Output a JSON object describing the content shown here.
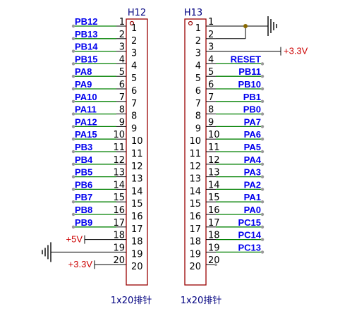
{
  "headers": [
    {
      "designator": "H12",
      "footprint": "1x20排针",
      "pins": [
        {
          "num": "1",
          "net": "PB12"
        },
        {
          "num": "2",
          "net": "PB13"
        },
        {
          "num": "3",
          "net": "PB14"
        },
        {
          "num": "4",
          "net": "PB15"
        },
        {
          "num": "5",
          "net": "PA8"
        },
        {
          "num": "6",
          "net": "PA9"
        },
        {
          "num": "7",
          "net": "PA10"
        },
        {
          "num": "8",
          "net": "PA11"
        },
        {
          "num": "9",
          "net": "PA12"
        },
        {
          "num": "10",
          "net": "PA15"
        },
        {
          "num": "11",
          "net": "PB3"
        },
        {
          "num": "12",
          "net": "PB4"
        },
        {
          "num": "13",
          "net": "PB5"
        },
        {
          "num": "14",
          "net": "PB6"
        },
        {
          "num": "15",
          "net": "PB7"
        },
        {
          "num": "16",
          "net": "PB8"
        },
        {
          "num": "17",
          "net": "PB9"
        },
        {
          "num": "18",
          "net": "+5V",
          "power": true
        },
        {
          "num": "19",
          "net": "GND",
          "ground": true
        },
        {
          "num": "20",
          "net": "+3.3V",
          "power": true
        }
      ]
    },
    {
      "designator": "H13",
      "footprint": "1x20排针",
      "pins": [
        {
          "num": "1",
          "net": "GND",
          "ground": true
        },
        {
          "num": "2",
          "net": "GND",
          "ground": true
        },
        {
          "num": "3",
          "net": "+3.3V",
          "power": true
        },
        {
          "num": "4",
          "net": "RESET"
        },
        {
          "num": "5",
          "net": "PB11"
        },
        {
          "num": "6",
          "net": "PB10"
        },
        {
          "num": "7",
          "net": "PB1"
        },
        {
          "num": "8",
          "net": "PB0"
        },
        {
          "num": "9",
          "net": "PA7"
        },
        {
          "num": "10",
          "net": "PA6"
        },
        {
          "num": "11",
          "net": "PA5"
        },
        {
          "num": "12",
          "net": "PA4"
        },
        {
          "num": "13",
          "net": "PA3"
        },
        {
          "num": "14",
          "net": "PA2"
        },
        {
          "num": "15",
          "net": "PA1"
        },
        {
          "num": "16",
          "net": "PA0"
        },
        {
          "num": "17",
          "net": "PC15"
        },
        {
          "num": "18",
          "net": "PC14"
        },
        {
          "num": "19",
          "net": "PC13"
        },
        {
          "num": "20",
          "net": ""
        }
      ]
    }
  ],
  "colors": {
    "header_title": "#000080",
    "net_label": "#0000ee",
    "power_label": "#cc0000",
    "body_outline": "#990000",
    "signal_wire": "#008000"
  }
}
